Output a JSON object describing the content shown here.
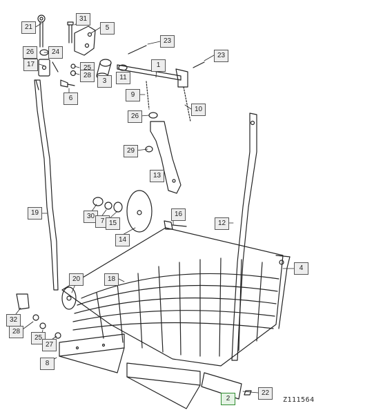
{
  "figure": {
    "reference_code": "Z111564",
    "highlight_color": "#2e8b2e",
    "callouts": [
      {
        "id": "c21",
        "label": "21"
      },
      {
        "id": "c31",
        "label": "31"
      },
      {
        "id": "c5",
        "label": "5"
      },
      {
        "id": "c23a",
        "label": "23"
      },
      {
        "id": "c26a",
        "label": "26"
      },
      {
        "id": "c24",
        "label": "24"
      },
      {
        "id": "c23b",
        "label": "23"
      },
      {
        "id": "c17",
        "label": "17"
      },
      {
        "id": "c25a",
        "label": "25"
      },
      {
        "id": "c28a",
        "label": "28"
      },
      {
        "id": "c3",
        "label": "3"
      },
      {
        "id": "c11",
        "label": "11"
      },
      {
        "id": "c1",
        "label": "1"
      },
      {
        "id": "c6",
        "label": "6"
      },
      {
        "id": "c9",
        "label": "9"
      },
      {
        "id": "c10",
        "label": "10"
      },
      {
        "id": "c26b",
        "label": "26"
      },
      {
        "id": "c29",
        "label": "29"
      },
      {
        "id": "c13",
        "label": "13"
      },
      {
        "id": "c19",
        "label": "19"
      },
      {
        "id": "c30",
        "label": "30"
      },
      {
        "id": "c7",
        "label": "7"
      },
      {
        "id": "c15",
        "label": "15"
      },
      {
        "id": "c14",
        "label": "14"
      },
      {
        "id": "c16",
        "label": "16"
      },
      {
        "id": "c12",
        "label": "12"
      },
      {
        "id": "c4",
        "label": "4"
      },
      {
        "id": "c20",
        "label": "20"
      },
      {
        "id": "c18",
        "label": "18"
      },
      {
        "id": "c32",
        "label": "32"
      },
      {
        "id": "c28b",
        "label": "28"
      },
      {
        "id": "c25b",
        "label": "25"
      },
      {
        "id": "c27",
        "label": "27"
      },
      {
        "id": "c8",
        "label": "8"
      },
      {
        "id": "c22",
        "label": "22"
      },
      {
        "id": "c2",
        "label": "2"
      }
    ]
  }
}
